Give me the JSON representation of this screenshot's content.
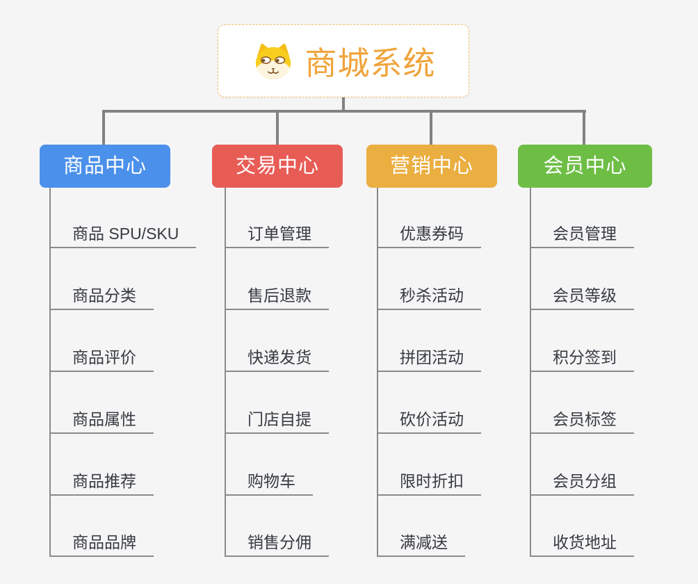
{
  "theme": {
    "background": "#f5f5f6",
    "connector": "#828282",
    "underline": "#8a8a8a",
    "item_text": "#363a40",
    "root_text": "#f0a43c",
    "root_border": "#f4bd69",
    "node_text": "#ffffff"
  },
  "root": {
    "label": "商城系统",
    "icon": "shiba-dog-icon"
  },
  "branches": [
    {
      "label": "商品中心",
      "color": "#4b90ea",
      "items": [
        "商品 SPU/SKU",
        "商品分类",
        "商品评价",
        "商品属性",
        "商品推荐",
        "商品品牌"
      ]
    },
    {
      "label": "交易中心",
      "color": "#e85c56",
      "items": [
        "订单管理",
        "售后退款",
        "快递发货",
        "门店自提",
        "购物车",
        "销售分佣"
      ]
    },
    {
      "label": "营销中心",
      "color": "#ebae41",
      "items": [
        "优惠券码",
        "秒杀活动",
        "拼团活动",
        "砍价活动",
        "限时折扣",
        "满减送"
      ]
    },
    {
      "label": "会员中心",
      "color": "#6ebe45",
      "items": [
        "会员管理",
        "会员等级",
        "积分签到",
        "会员标签",
        "会员分组",
        "收货地址"
      ]
    }
  ]
}
